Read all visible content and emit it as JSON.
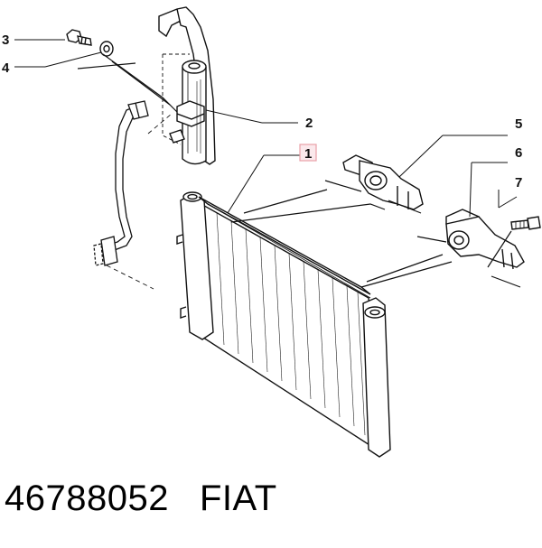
{
  "diagram": {
    "callouts": [
      {
        "label": "3"
      },
      {
        "label": "4"
      },
      {
        "label": "2"
      },
      {
        "label": "1",
        "highlighted": true
      },
      {
        "label": "5"
      },
      {
        "label": "6"
      },
      {
        "label": "7"
      }
    ],
    "highlight_color": "#e8a0a8"
  },
  "caption": {
    "part_number": "46788052",
    "brand": "FIAT"
  }
}
